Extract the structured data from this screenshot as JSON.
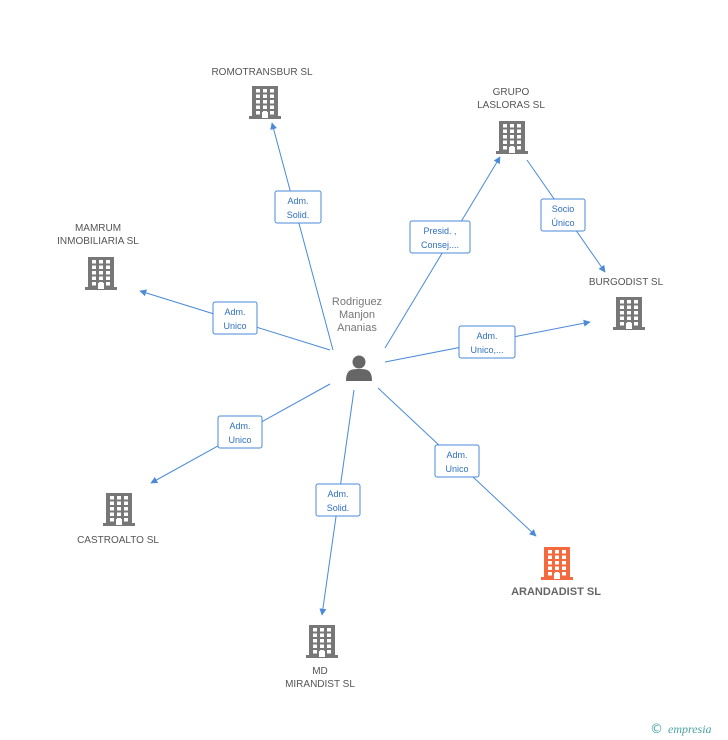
{
  "center": {
    "label_lines": [
      "Rodriguez",
      "Manjon",
      "Ananias"
    ],
    "icon": "person-icon"
  },
  "colors": {
    "edge": "#4a8ad9",
    "company": "#777777",
    "main_company": "#f26a3d",
    "person": "#666666"
  },
  "companies": [
    {
      "id": "romotransbur",
      "label_lines": [
        "ROMOTRANSBUR SL"
      ],
      "main": false
    },
    {
      "id": "grupo-lasloras",
      "label_lines": [
        "GRUPO",
        "LASLORAS SL"
      ],
      "main": false
    },
    {
      "id": "mamrum",
      "label_lines": [
        "MAMRUM",
        "INMOBILIARIA SL"
      ],
      "main": false
    },
    {
      "id": "burgodist",
      "label_lines": [
        "BURGODIST SL"
      ],
      "main": false
    },
    {
      "id": "castroalto",
      "label_lines": [
        "CASTROALTO SL"
      ],
      "main": false
    },
    {
      "id": "arandadist",
      "label_lines": [
        "ARANDADIST SL"
      ],
      "main": true
    },
    {
      "id": "md-mirandist",
      "label_lines": [
        "MD",
        "MIRANDIST SL"
      ],
      "main": false
    }
  ],
  "edges": [
    {
      "from": "center",
      "to": "romotransbur",
      "label_lines": [
        "Adm.",
        "Solid."
      ]
    },
    {
      "from": "center",
      "to": "grupo-lasloras",
      "label_lines": [
        "Presid. ,",
        "Consej...."
      ]
    },
    {
      "from": "grupo-lasloras",
      "to": "burgodist",
      "label_lines": [
        "Socio",
        "Único"
      ]
    },
    {
      "from": "center",
      "to": "mamrum",
      "label_lines": [
        "Adm.",
        "Unico"
      ]
    },
    {
      "from": "center",
      "to": "burgodist",
      "label_lines": [
        "Adm.",
        "Unico,..."
      ]
    },
    {
      "from": "center",
      "to": "castroalto",
      "label_lines": [
        "Adm.",
        "Unico"
      ]
    },
    {
      "from": "center",
      "to": "arandadist",
      "label_lines": [
        "Adm.",
        "Unico"
      ]
    },
    {
      "from": "center",
      "to": "md-mirandist",
      "label_lines": [
        "Adm.",
        "Solid."
      ]
    }
  ],
  "footer": {
    "copyright_symbol": "©",
    "brand": "empresia"
  }
}
